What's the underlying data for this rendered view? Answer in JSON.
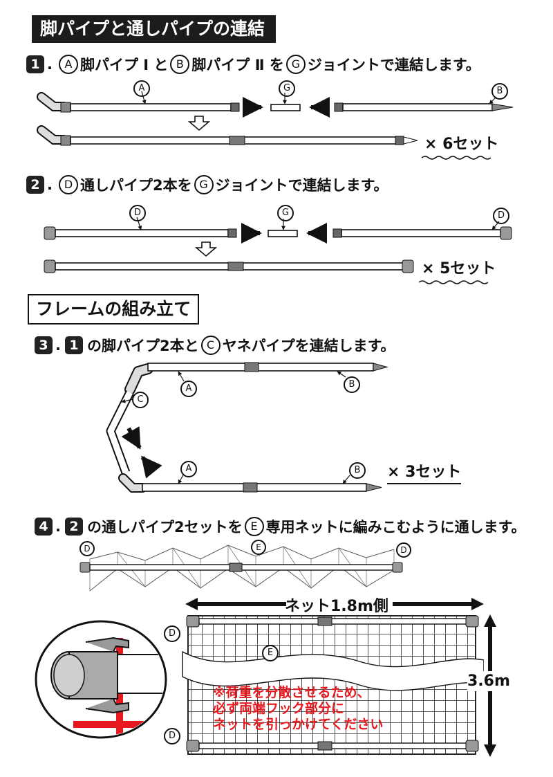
{
  "sections": {
    "connect_title": "脚パイプと通しパイプの連結",
    "frame_title": "フレームの組み立て"
  },
  "steps": {
    "s1": {
      "num": "1",
      "a": "A",
      "t1": "脚パイプ Ⅰ と",
      "b": "B",
      "t2": "脚パイプ Ⅱ を",
      "g": "G",
      "t3": "ジョイントで連結します。",
      "mult": "× 6セット"
    },
    "s2": {
      "num": "2",
      "d": "D",
      "t1": "通しパイプ2本を",
      "g": "G",
      "t2": "ジョイントで連結します。",
      "mult": "× 5セット"
    },
    "s3": {
      "num": "3",
      "ref": "1",
      "t1": "の脚パイプ2本と",
      "c": "C",
      "t2": "ヤネパイプを連結します。",
      "mult": "× 3セット"
    },
    "s4": {
      "num": "4",
      "ref": "2",
      "t1": "の通しパイプ2セットを",
      "e": "E",
      "t2": "専用ネットに編みこむように通します。"
    }
  },
  "labels": {
    "a": "A",
    "b": "B",
    "c": "C",
    "d": "D",
    "e": "E",
    "g": "G"
  },
  "net": {
    "width_label": "ネット1.8m側",
    "height_label": "3.6m",
    "note": [
      "※荷重を分散させるため、",
      "必ず両端フック部分に",
      "ネットを引っかけてください"
    ],
    "colors": {
      "note": "#e8191e",
      "strap": "#e8191e"
    }
  }
}
